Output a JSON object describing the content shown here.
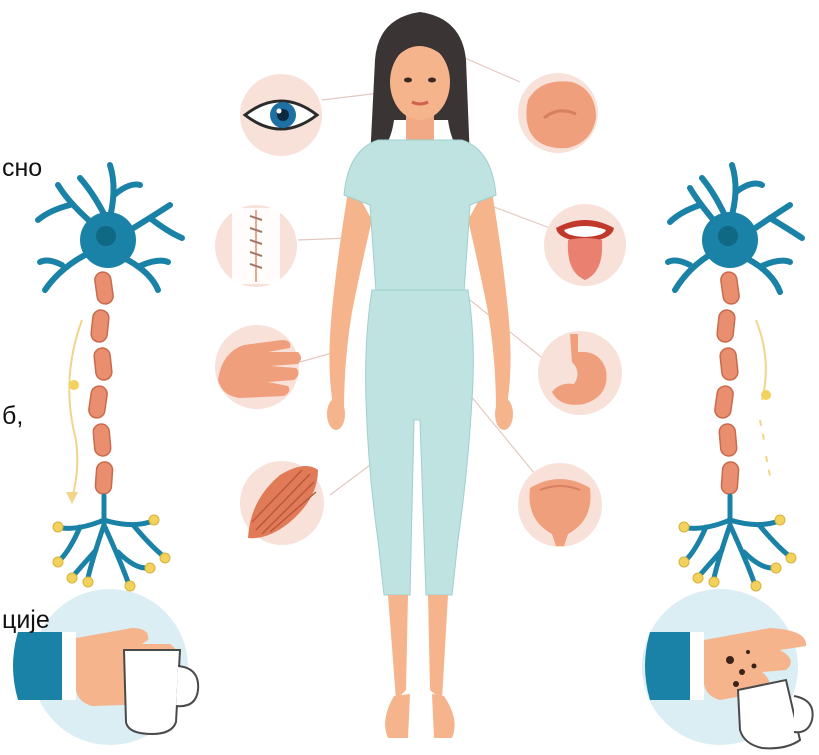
{
  "text_fragments": [
    "сно",
    "б,",
    "ције"
  ],
  "icons": {
    "left_neuron": "neuron-icon",
    "right_neuron": "neuron-icon",
    "woman": "human-figure-icon",
    "organs": [
      "eye-icon",
      "skin-stitch-icon",
      "hand-icon",
      "muscle-icon",
      "ear-icon",
      "tongue-icon",
      "stomach-icon",
      "bladder-icon"
    ],
    "left_hand": "hand-holding-cup-icon",
    "right_hand": "hand-spilling-cup-icon"
  },
  "colors": {
    "neuron": "#1a82a6",
    "neuron_dark": "#0f6884",
    "myelin": "#e98f6f",
    "synapse": "#f2d25c",
    "skin": "#f5b48b",
    "clothing": "#bfe3e1",
    "hair": "#3b3434",
    "organ_bg": "#f8e1d8",
    "hand_circle": "#dbeef4"
  }
}
